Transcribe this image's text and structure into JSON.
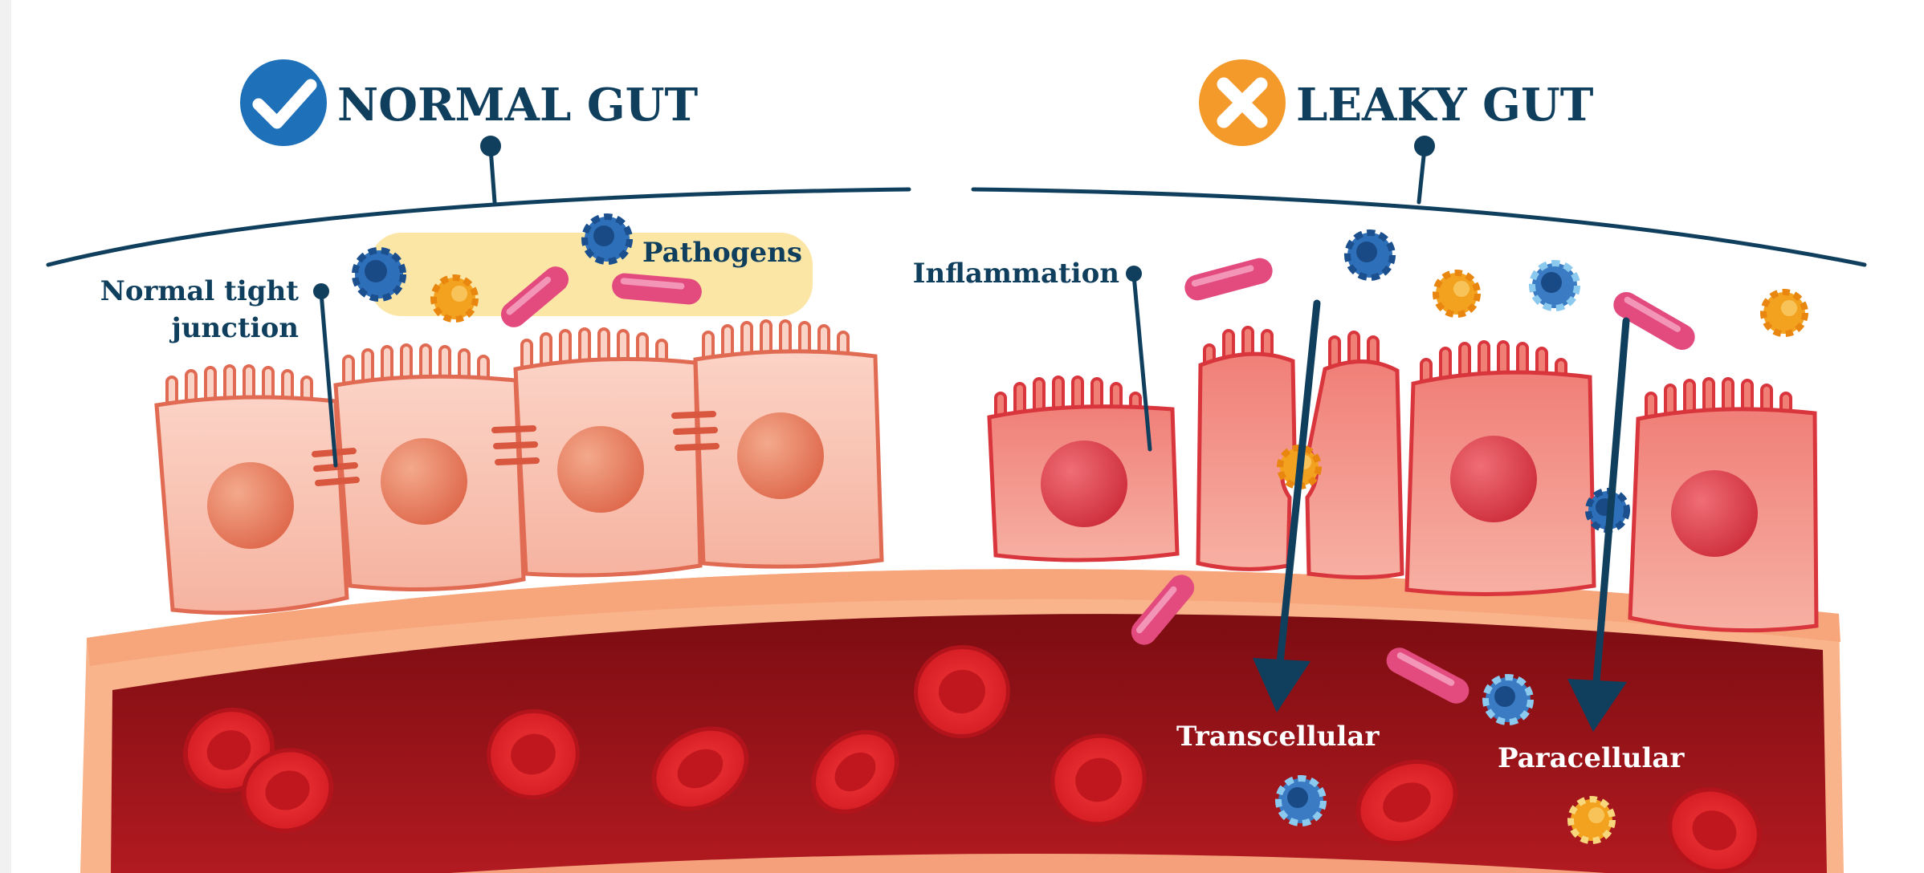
{
  "normal": {
    "title": "NORMAL GUT",
    "status_icon": "check-icon"
  },
  "leaky": {
    "title": "LEAKY GUT",
    "status_icon": "cross-icon"
  },
  "labels": {
    "pathogens": "Pathogens",
    "tight_junction_line1": "Normal tight",
    "tight_junction_line2": "junction",
    "inflammation": "Inflammation",
    "transcellular": "Transcellular",
    "paracellular": "Paracellular"
  },
  "colors": {
    "navy": "#103f5e",
    "check_blue": "#1e71b8",
    "cross_orange": "#f39a2b",
    "pathogen_highlight": "#fbe6a6",
    "normal_cell": "#f9c3b3",
    "inflamed_cell": "#ec6b66",
    "blood_vessel": "#8e1217",
    "red_blood_cell": "#dd1f27"
  }
}
